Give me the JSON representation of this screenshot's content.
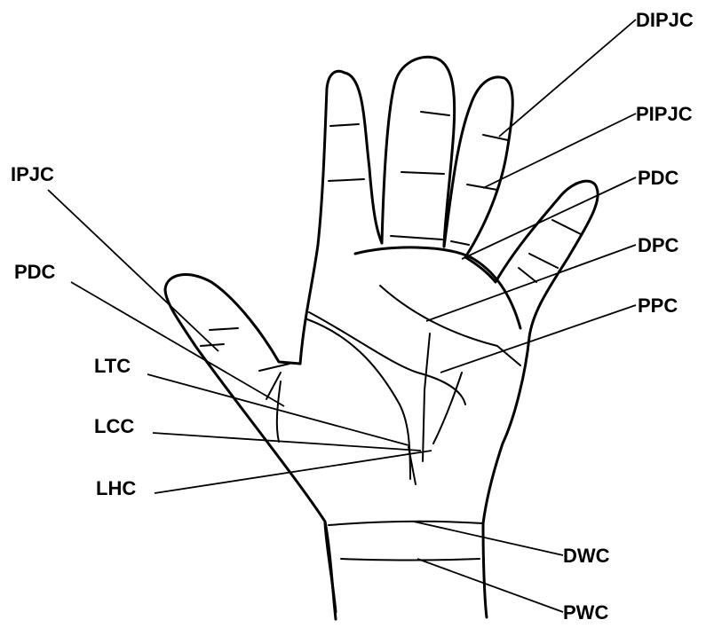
{
  "labels": {
    "dipjc": "DIPJC",
    "pipjc": "PIPJC",
    "pdc_right": "PDC",
    "dpc": "DPC",
    "ppc": "PPC",
    "dwc": "DWC",
    "pwc": "PWC",
    "ipjc": "IPJC",
    "pdc_left": "PDC",
    "ltc": "LTC",
    "lcc": "LCC",
    "lhc": "LHC"
  },
  "colors": {
    "ink": "#000000",
    "background": "#ffffff"
  }
}
